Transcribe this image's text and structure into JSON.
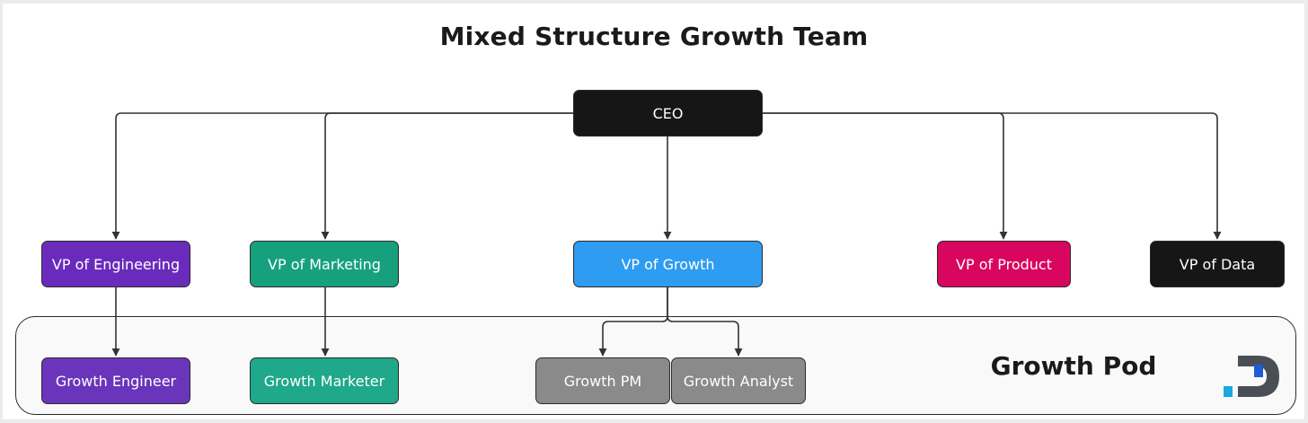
{
  "title": "Mixed Structure Growth Team",
  "pod_label": "Growth Pod",
  "nodes": {
    "ceo": {
      "label": "CEO",
      "color": "#161616"
    },
    "vp_engineering": {
      "label": "VP of Engineering",
      "color": "#6a2bbd"
    },
    "vp_marketing": {
      "label": "VP of Marketing",
      "color": "#16a07e"
    },
    "vp_growth": {
      "label": "VP of Growth",
      "color": "#2e9cf0"
    },
    "vp_product": {
      "label": "VP of Product",
      "color": "#d9065f"
    },
    "vp_data": {
      "label": "VP of Data",
      "color": "#161616"
    },
    "growth_engineer": {
      "label": "Growth Engineer",
      "color": "#6a35bb"
    },
    "growth_marketer": {
      "label": "Growth Marketer",
      "color": "#1fa88a"
    },
    "growth_pm": {
      "label": "Growth PM",
      "color": "#8a8a8a"
    },
    "growth_analyst": {
      "label": "Growth Analyst",
      "color": "#8a8a8a"
    }
  },
  "edges": [
    {
      "from": "CEO",
      "to": "VP of Engineering"
    },
    {
      "from": "CEO",
      "to": "VP of Marketing"
    },
    {
      "from": "CEO",
      "to": "VP of Growth"
    },
    {
      "from": "CEO",
      "to": "VP of Product"
    },
    {
      "from": "CEO",
      "to": "VP of Data"
    },
    {
      "from": "VP of Engineering",
      "to": "Growth Engineer"
    },
    {
      "from": "VP of Marketing",
      "to": "Growth Marketer"
    },
    {
      "from": "VP of Growth",
      "to": "Growth PM"
    },
    {
      "from": "VP of Growth",
      "to": "Growth Analyst"
    }
  ],
  "logo_icon": "brand-d-icon"
}
